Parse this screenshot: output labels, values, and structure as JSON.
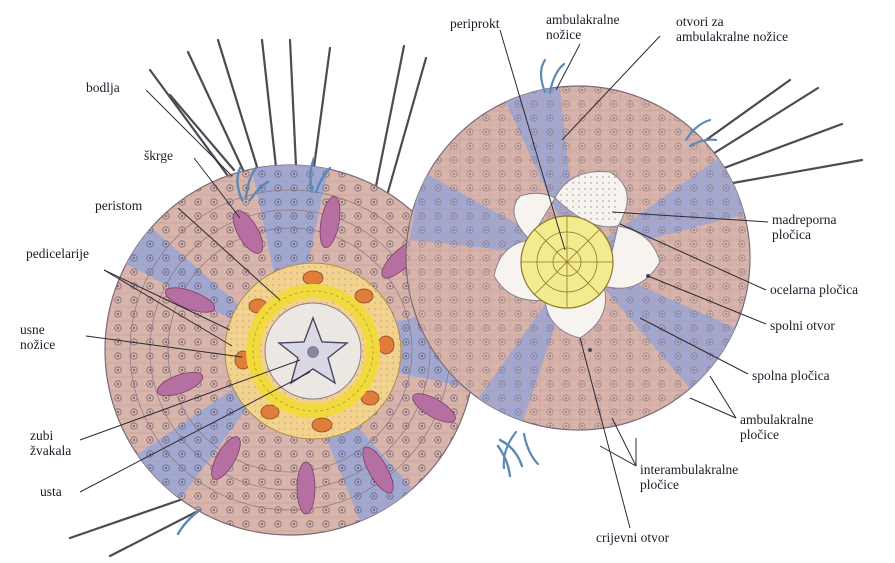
{
  "colors": {
    "background": "#ffffff",
    "interambulacral": "#d9b4ab",
    "ambulacral": "#9ea8d4",
    "peristome": "#f3d28d",
    "jaw_ring": "#f1da3e",
    "oral_ring": "#e07d3a",
    "gills": "#5a8bb8",
    "pedicellariae": "#b56fa0",
    "apical_plates": "#f7f3ef",
    "periproct": "#f4ea8e",
    "spines": "#4d4a52",
    "leader_lines": "#2c2a35"
  },
  "labels": {
    "bodlja": "bodlja",
    "skrge": "škrge",
    "peristom": "peristom",
    "pedicelarije": "pedicelarije",
    "usne_nozice_1": "usne",
    "usne_nozice_2": "nožice",
    "zubi_zvakala_1": "zubi",
    "zubi_zvakala_2": "žvakala",
    "usta": "usta",
    "periprokt": "periprokt",
    "ambulakralne_nozice_1": "ambulakralne",
    "ambulakralne_nozice_2": "nožice",
    "otvori_1": "otvori za",
    "otvori_2": "ambulakralne nožice",
    "madreporna_1": "madreporna",
    "madreporna_2": "pločica",
    "ocelarna": "ocelarna pločica",
    "spolni_otvor": "spolni otvor",
    "spolna_plocica": "spolna pločica",
    "ambulakralne_plocice_1": "ambulakralne",
    "ambulakralne_plocice_2": "pločice",
    "interambulakralne_1": "interambulakralne",
    "interambulakralne_2": "pločice",
    "crijevni_otvor": "crijevni otvor"
  }
}
